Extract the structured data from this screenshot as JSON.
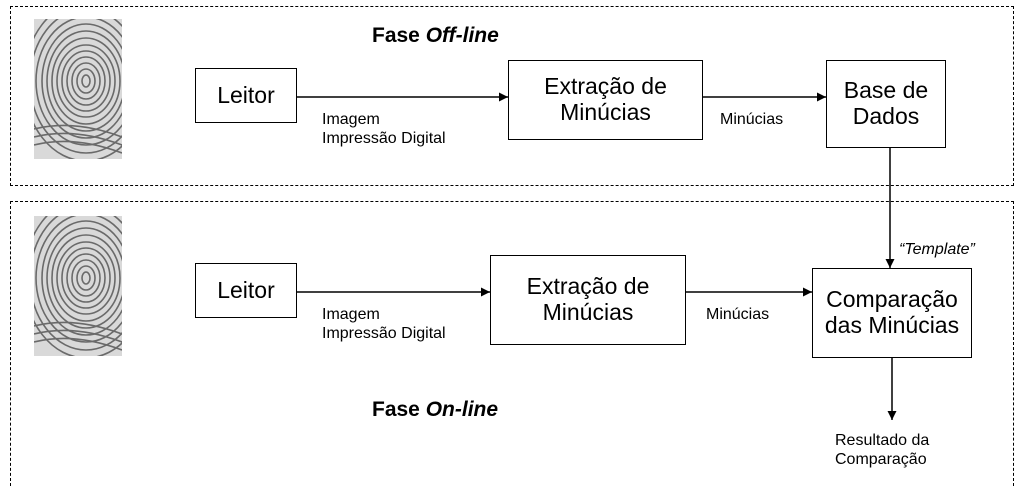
{
  "offline": {
    "title_prefix": "Fase ",
    "title_italic": "Off-line",
    "reader": "Leitor",
    "image_label": "Imagem\nImpressão Digital",
    "extraction": "Extração de\nMinúcias",
    "minutiae_label": "Minúcias",
    "database": "Base de\nDados"
  },
  "online": {
    "title_prefix": "Fase ",
    "title_italic": "On-line",
    "reader": "Leitor",
    "image_label": "Imagem\nImpressão Digital",
    "extraction": "Extração de\nMinúcias",
    "minutiae_label": "Minúcias",
    "comparison": "Comparação\ndas Minúcias",
    "template_label": "“Template”",
    "result_label": "Resultado da\nComparação"
  }
}
